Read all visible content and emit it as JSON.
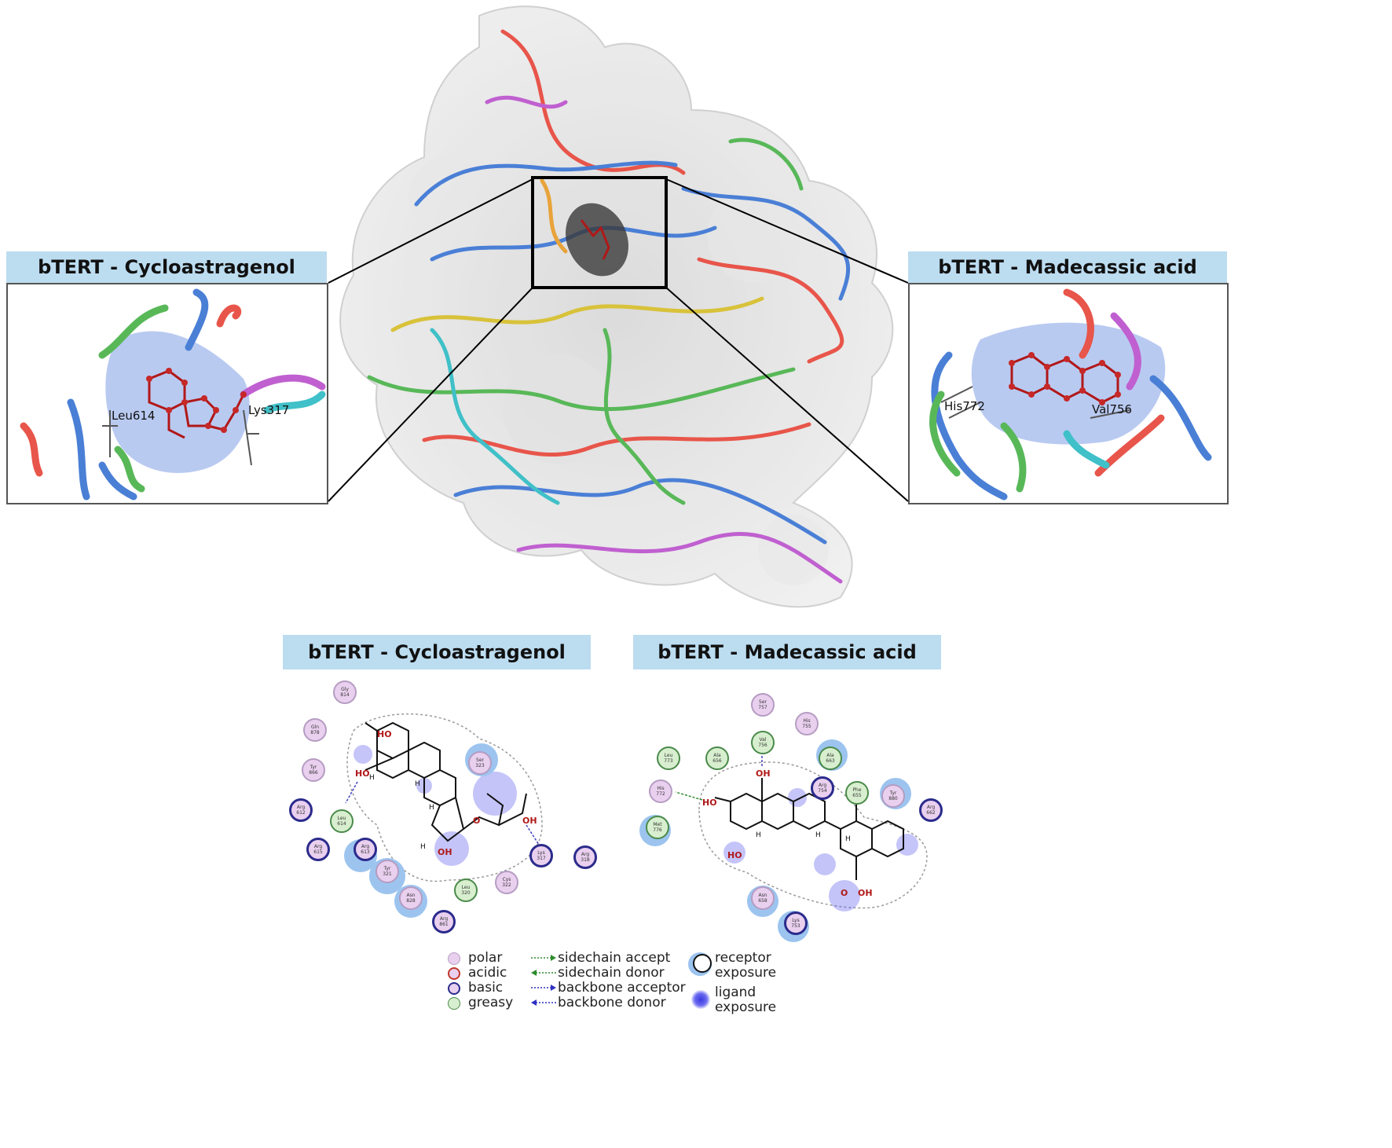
{
  "panels": {
    "left_title": "bTERT - Cycloastragenol",
    "right_title": "bTERT - Madecassic acid",
    "left_residues": [
      "Leu614",
      "Lys317"
    ],
    "right_residues": [
      "His772",
      "Val756"
    ]
  },
  "diagrams": {
    "left_title": "bTERT - Cycloastragenol",
    "right_title": "bTERT - Madecassic acid",
    "left_residues": [
      {
        "name": "Gly",
        "num": "814",
        "type": "polar"
      },
      {
        "name": "Gln",
        "num": "878",
        "type": "polar"
      },
      {
        "name": "Tyr",
        "num": "866",
        "type": "polar"
      },
      {
        "name": "Arg",
        "num": "612",
        "type": "basic"
      },
      {
        "name": "Leu",
        "num": "614",
        "type": "greasy"
      },
      {
        "name": "Arg",
        "num": "615",
        "type": "basic"
      },
      {
        "name": "Arg",
        "num": "613",
        "type": "basic"
      },
      {
        "name": "Tyr",
        "num": "321",
        "type": "polar"
      },
      {
        "name": "Ser",
        "num": "323",
        "type": "polar"
      },
      {
        "name": "Lys",
        "num": "317",
        "type": "basic"
      },
      {
        "name": "Arg",
        "num": "318",
        "type": "basic"
      },
      {
        "name": "Cys",
        "num": "322",
        "type": "polar"
      },
      {
        "name": "Leu",
        "num": "320",
        "type": "greasy"
      },
      {
        "name": "Asn",
        "num": "828",
        "type": "polar"
      },
      {
        "name": "Arg",
        "num": "861",
        "type": "basic"
      }
    ],
    "right_residues": [
      {
        "name": "Ser",
        "num": "757",
        "type": "polar"
      },
      {
        "name": "His",
        "num": "755",
        "type": "polar"
      },
      {
        "name": "Val",
        "num": "756",
        "type": "greasy"
      },
      {
        "name": "Leu",
        "num": "773",
        "type": "greasy"
      },
      {
        "name": "Ala",
        "num": "656",
        "type": "greasy"
      },
      {
        "name": "Ala",
        "num": "663",
        "type": "greasy"
      },
      {
        "name": "Arg",
        "num": "754",
        "type": "basic"
      },
      {
        "name": "Phe",
        "num": "655",
        "type": "greasy"
      },
      {
        "name": "Tyr",
        "num": "880",
        "type": "polar"
      },
      {
        "name": "Arg",
        "num": "662",
        "type": "basic"
      },
      {
        "name": "His",
        "num": "772",
        "type": "polar"
      },
      {
        "name": "Met",
        "num": "776",
        "type": "greasy"
      },
      {
        "name": "Asn",
        "num": "658",
        "type": "polar"
      },
      {
        "name": "Lys",
        "num": "753",
        "type": "basic"
      }
    ],
    "atom_labels": {
      "hydroxyl": "OH",
      "hydroxyl_rev": "HO",
      "hydrogen": "H",
      "oxygen": "O"
    }
  },
  "legend": {
    "residue_types": [
      "polar",
      "acidic",
      "basic",
      "greasy"
    ],
    "interactions": [
      "sidechain accept",
      "sidechain donor",
      "backbone acceptor",
      "backbone donor"
    ],
    "exposure": [
      "receptor",
      "exposure",
      "ligand",
      "exposure"
    ]
  },
  "colors": {
    "title_bg": "#bcdcf0",
    "polar": "#ead0ef",
    "acidic": "#c0392b",
    "basic": "#2b2b8c",
    "greasy": "#d8efcf",
    "ligand_exposure": "#3a3ae0",
    "receptor_exposure": "#9cc4ef",
    "ligand_stick": "#b01818"
  }
}
